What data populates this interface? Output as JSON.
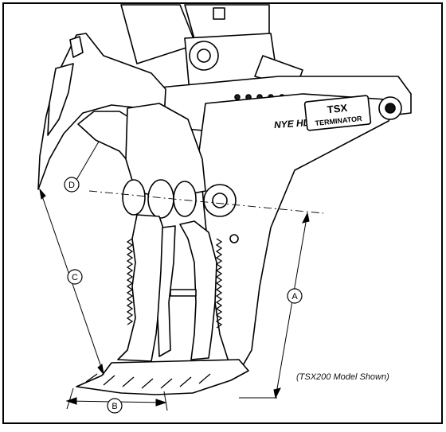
{
  "brand_mark": "NYE HD",
  "product_badge": {
    "line1": "TSX",
    "line2": "TERMINATOR"
  },
  "dimension_callouts": [
    {
      "letter": "A"
    },
    {
      "letter": "B"
    },
    {
      "letter": "C"
    },
    {
      "letter": "D"
    }
  ],
  "caption": "(TSX200 Model Shown)"
}
